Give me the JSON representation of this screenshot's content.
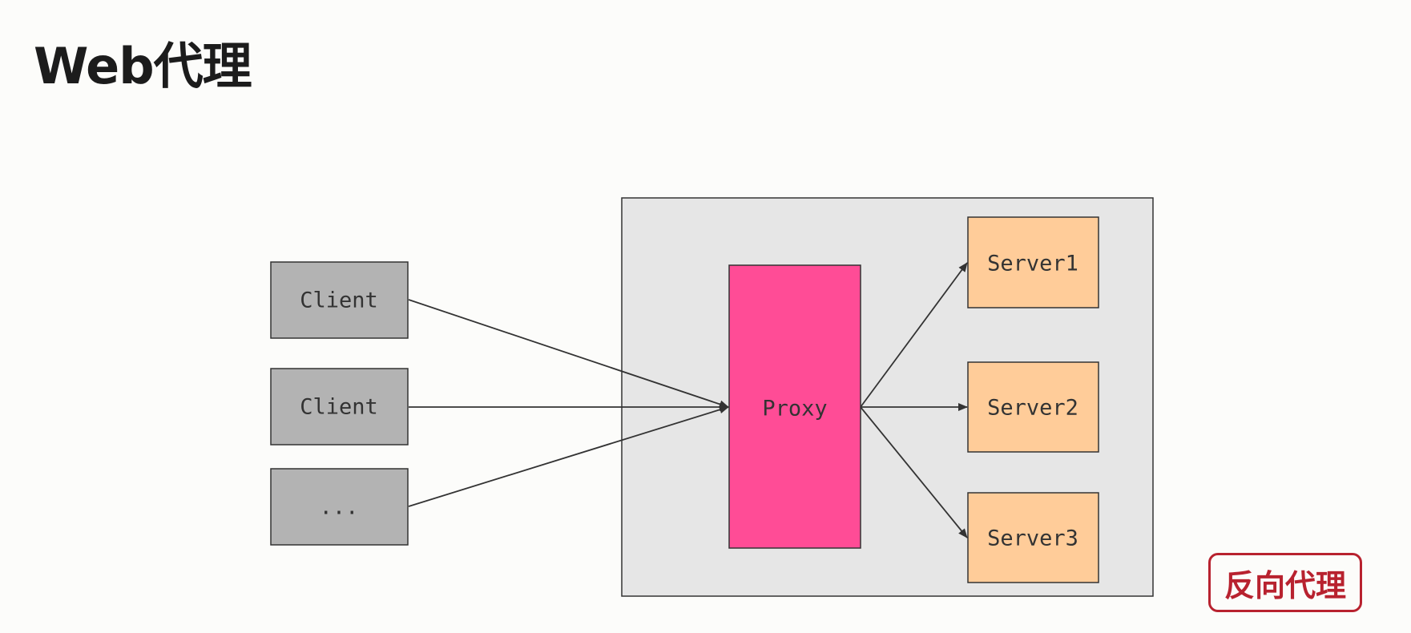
{
  "title": "Web代理",
  "badge": "反向代理",
  "diagram": {
    "clients": [
      "Client",
      "Client",
      "..."
    ],
    "proxy": "Proxy",
    "servers": [
      "Server1",
      "Server2",
      "Server3"
    ],
    "colors": {
      "client_fill": "#b3b3b3",
      "proxy_fill": "#ff4c96",
      "server_fill": "#ffcc99",
      "group_fill": "#e6e6e6",
      "stroke": "#333333",
      "badge_red": "#b8222f"
    }
  }
}
